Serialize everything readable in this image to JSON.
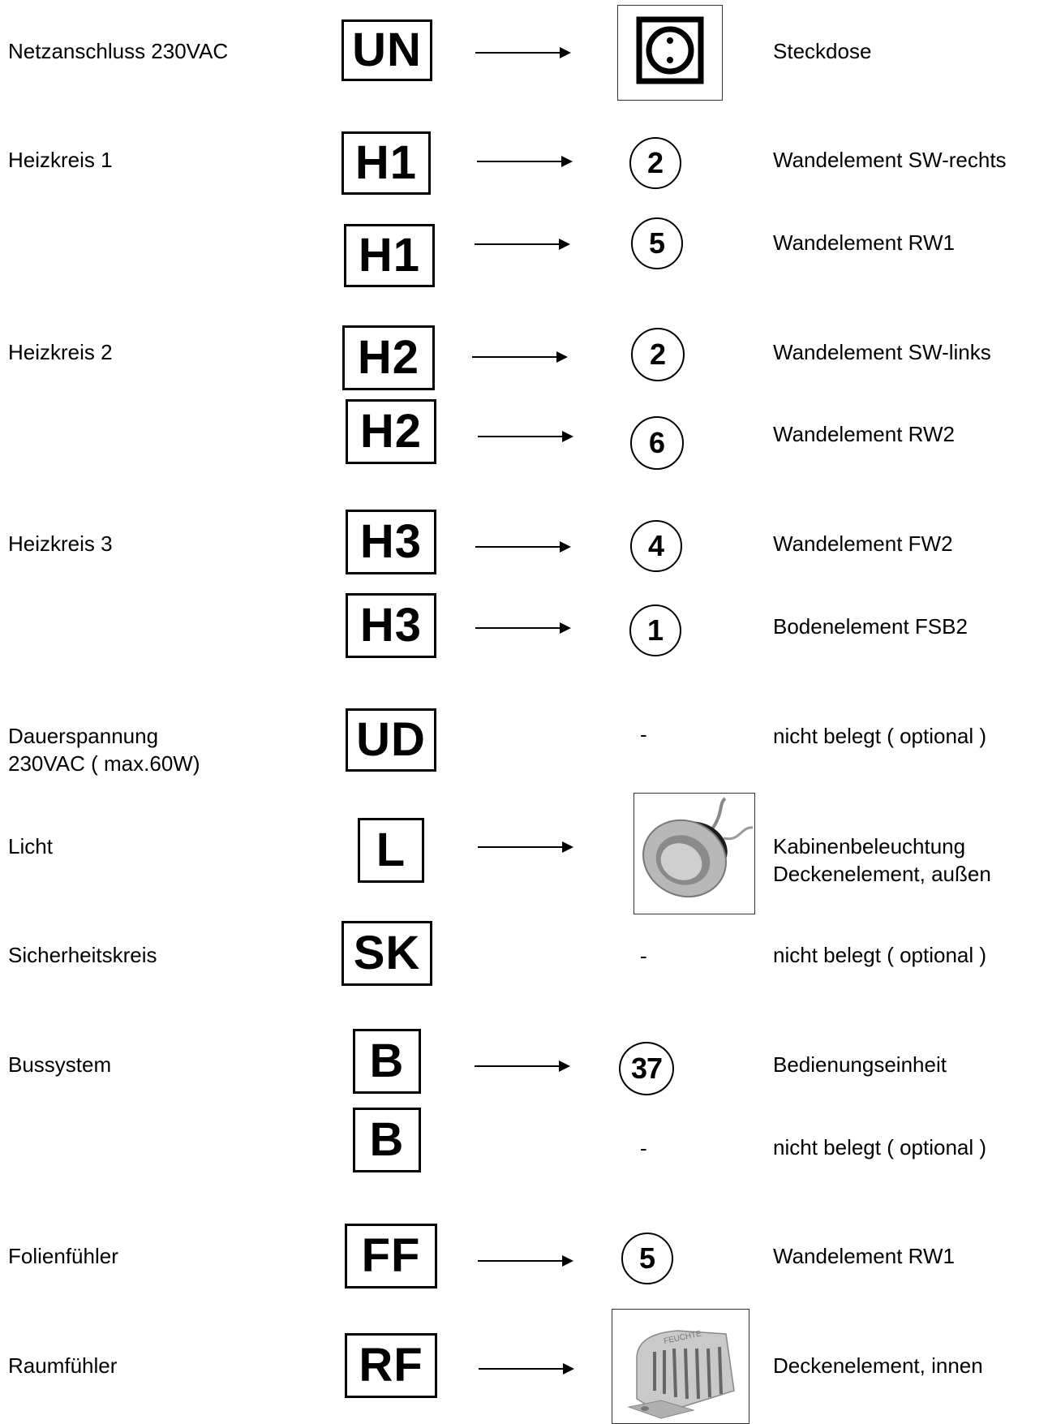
{
  "rows": [
    {
      "left": "Netzanschluss 230VAC",
      "code": "UN",
      "target": "socket-image",
      "right": "Steckdose"
    },
    {
      "left": "Heizkreis 1",
      "code": "H1",
      "target": "2",
      "right": "Wandelement SW-rechts"
    },
    {
      "left": "",
      "code": "H1",
      "target": "5",
      "right": "Wandelement RW1"
    },
    {
      "left": "Heizkreis 2",
      "code": "H2",
      "target": "2",
      "right": "Wandelement SW-links"
    },
    {
      "left": "",
      "code": "H2",
      "target": "6",
      "right": "Wandelement RW2"
    },
    {
      "left": "Heizkreis 3",
      "code": "H3",
      "target": "4",
      "right": "Wandelement FW2"
    },
    {
      "left": "",
      "code": "H3",
      "target": "1",
      "right": "Bodenelement FSB2"
    },
    {
      "left": "Dauerspannung",
      "left2": "230VAC ( max.60W)",
      "code": "UD",
      "target": "-",
      "right": "nicht belegt ( optional )"
    },
    {
      "left": "Licht",
      "code": "L",
      "target": "light-image",
      "right": "Kabinenbeleuchtung",
      "right2": "Deckenelement, außen"
    },
    {
      "left": "Sicherheitskreis",
      "code": "SK",
      "target": "-",
      "right": "nicht belegt ( optional )"
    },
    {
      "left": "Bussystem",
      "code": "B",
      "target": "37",
      "right": "Bedienungseinheit"
    },
    {
      "left": "",
      "code": "B",
      "target": "-",
      "right": "nicht belegt ( optional )"
    },
    {
      "left": "Folienfühler",
      "code": "FF",
      "target": "5",
      "right": "Wandelement RW1"
    },
    {
      "left": "Raumfühler",
      "code": "RF",
      "target": "sensor-image",
      "right": "Deckenelement, innen",
      "sensor_text": "FEUCHTE"
    }
  ],
  "colors": {
    "line": "#000000",
    "image_border": "#333333"
  }
}
